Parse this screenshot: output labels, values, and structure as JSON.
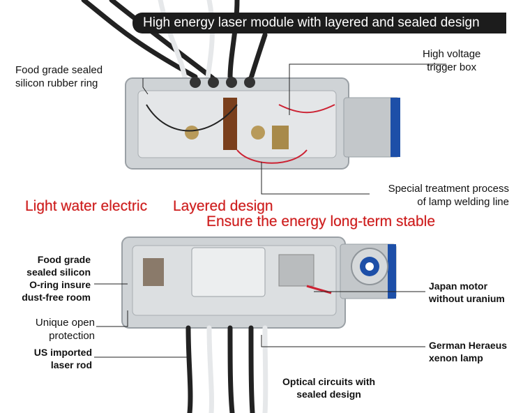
{
  "banner": {
    "title": "High energy laser module with layered and sealed design"
  },
  "top_labels": {
    "food_grade_ring": [
      "Food grade sealed",
      "silicon rubber ring"
    ],
    "trigger_box": [
      "High voltage",
      "trigger box"
    ],
    "welding_line": [
      "Special treatment process",
      "of lamp welding line"
    ]
  },
  "slogans": {
    "light_water_electric": "Light water electric",
    "layered_design": "Layered design",
    "ensure_stable": "Ensure the energy long-term stable"
  },
  "bottom_labels": {
    "o_ring": [
      "Food grade",
      "sealed silicon",
      "O-ring insure",
      "dust-free room"
    ],
    "open_protection": [
      "Unique open",
      "protection"
    ],
    "laser_rod": [
      "US imported",
      "laser rod"
    ],
    "motor": [
      "Japan motor",
      "without uranium"
    ],
    "xenon_lamp": [
      "German Heraeus",
      "xenon lamp"
    ],
    "optical_circuits": [
      "Optical circuits with",
      "sealed design"
    ]
  },
  "colors": {
    "banner_bg": "#1c1c1c",
    "slogan_red": "#cc1c1c",
    "housing_gray": "#cfd3d6",
    "cap_blue": "#1d4fa8"
  }
}
